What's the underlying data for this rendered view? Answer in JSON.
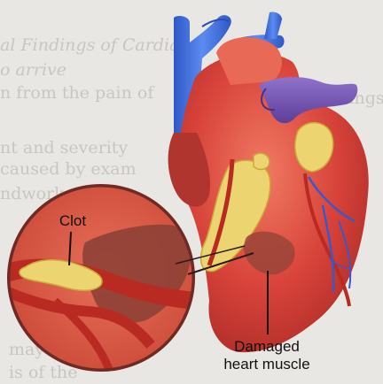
{
  "labels": {
    "clot": "Clot",
    "damaged_line1": "Damaged",
    "damaged_line2": "heart muscle"
  },
  "background_text": [
    "al Findings of Cardiac",
    "o arrive",
    "n from the pain of",
    "in findings",
    "nt and severity",
    "caused by exam",
    "ndwork",
    "may or may not",
    "is of the"
  ],
  "colors": {
    "aorta": "#3f6fd8",
    "pulmonary": "#7a5bb8",
    "heart": "#d8433a",
    "fat": "#ecd470",
    "damage": "#9a4438",
    "page": "#e9e7e4"
  }
}
